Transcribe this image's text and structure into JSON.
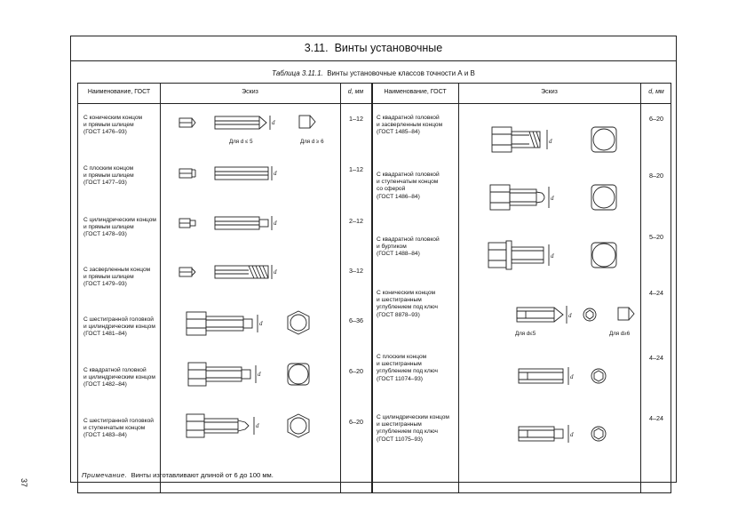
{
  "section": {
    "number": "3.11.",
    "title": "Винты установочные"
  },
  "caption": {
    "label": "Таблица 3.11.1.",
    "text": "Винты установочные классов точности А и В"
  },
  "headers": {
    "name": "Наименование, ГОСТ",
    "sketch": "Эскиз",
    "d": "d, мм"
  },
  "left_rows": [
    {
      "name": "С коническим концом\nи прямым шлицем\n(ГОСТ 1476–93)",
      "d": "1–12",
      "sub1": "Для d ≤ 5",
      "sub2": "Для d ≥ 6"
    },
    {
      "name": "С плоским концом\nи прямым шлицем\n(ГОСТ 1477–93)",
      "d": "1–12"
    },
    {
      "name": "С цилиндрическим концом\nи прямым шлицем\n(ГОСТ 1478–93)",
      "d": "2–12"
    },
    {
      "name": "С засверленным концом\nи прямым шлицем\n(ГОСТ 1479–93)",
      "d": "3–12"
    },
    {
      "name": "С шестигранной головкой\nи цилиндрическим концом\n(ГОСТ 1481–84)",
      "d": "6–36"
    },
    {
      "name": "С квадратной головкой\nи цилиндрическим концом\n(ГОСТ 1482–84)",
      "d": "6–20"
    },
    {
      "name": "С шестигранной головкой\nи ступенчатым концом\n(ГОСТ 1483–84)",
      "d": "6–20"
    }
  ],
  "right_rows": [
    {
      "name": "С квадратной головкой\nи засверленным концом\n(ГОСТ 1485–84)",
      "d": "6–20"
    },
    {
      "name": "С квадратной головкой\nи ступенчатым концом\nсо сферой\n(ГОСТ 1486–84)",
      "d": "8–20"
    },
    {
      "name": "С квадратной головкой\nи буртиком\n(ГОСТ 1488–84)",
      "d": "5–20"
    },
    {
      "name": "С коническим концом\nи шестигранным\nуглублением под ключ\n(ГОСТ 8878–93)",
      "d": "4–24",
      "sub1": "Для d≤5",
      "sub2": "Для d≥6"
    },
    {
      "name": "С плоским концом\nи шестигранным\nуглублением под ключ\n(ГОСТ 11074–93)",
      "d": "4–24"
    },
    {
      "name": "С цилиндрическим концом\nи шестигранным\nуглублением под ключ\n(ГОСТ 11075–93)",
      "d": "4–24"
    }
  ],
  "dim_letter": "d",
  "note": {
    "label": "Примечание.",
    "text": "Винты изготавливают длиной от 6 до 100 мм."
  },
  "page_number": "37"
}
